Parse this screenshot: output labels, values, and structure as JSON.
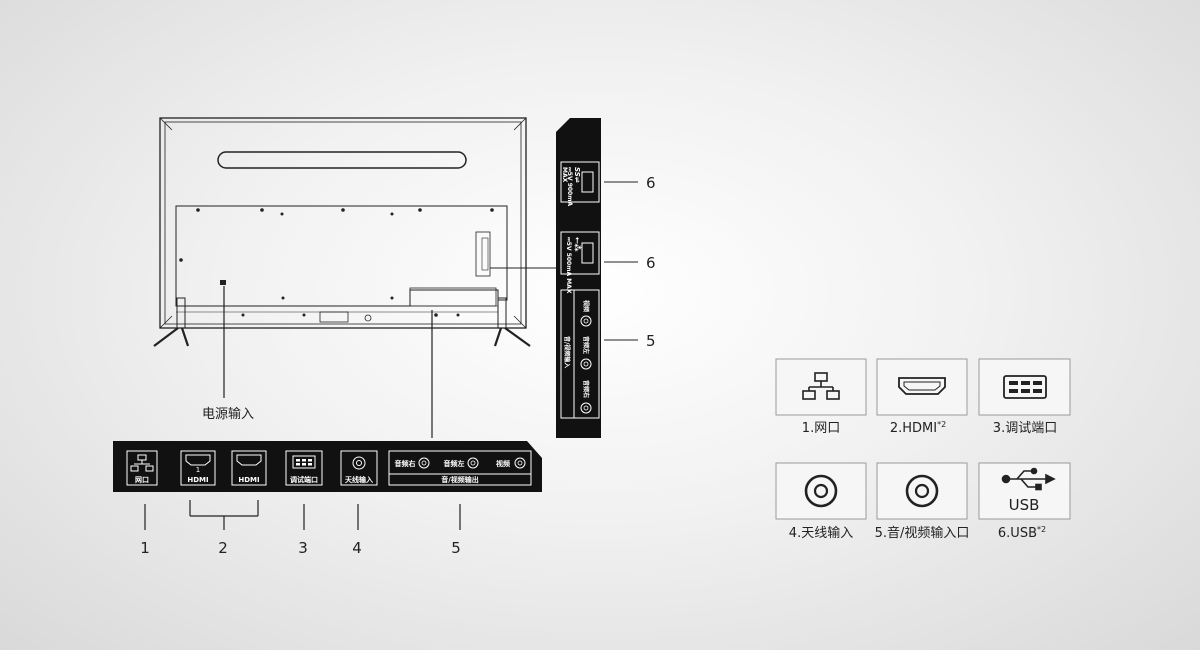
{
  "power_label": "电源输入",
  "bottom_panel": {
    "ports": [
      {
        "label": "网口"
      },
      {
        "label": "HDMI",
        "index": "1"
      },
      {
        "label": "HDMI"
      },
      {
        "label": "调试端口"
      },
      {
        "label": "天线输入"
      }
    ],
    "av_outputs": [
      "音频右",
      "音频左",
      "视频"
    ],
    "av_group_label": "音/视频输出"
  },
  "side_panel": {
    "usb3_text_line1": "⎓5V 900mA",
    "usb3_text_line2": "MAX",
    "usb2_text": "⎓5V 500mA MAX",
    "av_outputs": [
      "视频",
      "音频左",
      "音频右"
    ],
    "av_group_label": "音/视频输入"
  },
  "callouts": {
    "bottom": [
      "1",
      "2",
      "3",
      "4",
      "5"
    ],
    "side": [
      "6",
      "6",
      "5"
    ]
  },
  "legend": [
    {
      "icon": "network-icon",
      "name": "1.网口",
      "sup": ""
    },
    {
      "icon": "hdmi-icon",
      "name": "2.HDMI",
      "sup": "*2"
    },
    {
      "icon": "debug-port-icon",
      "name": "3.调试端口",
      "sup": ""
    },
    {
      "icon": "antenna-coax-icon",
      "name": "4.天线输入",
      "sup": ""
    },
    {
      "icon": "av-coax-icon",
      "name": "5.音/视频输入口",
      "sup": ""
    },
    {
      "icon": "usb-icon",
      "name": "6.USB",
      "sup": "*2",
      "icon_text": "USB"
    }
  ]
}
